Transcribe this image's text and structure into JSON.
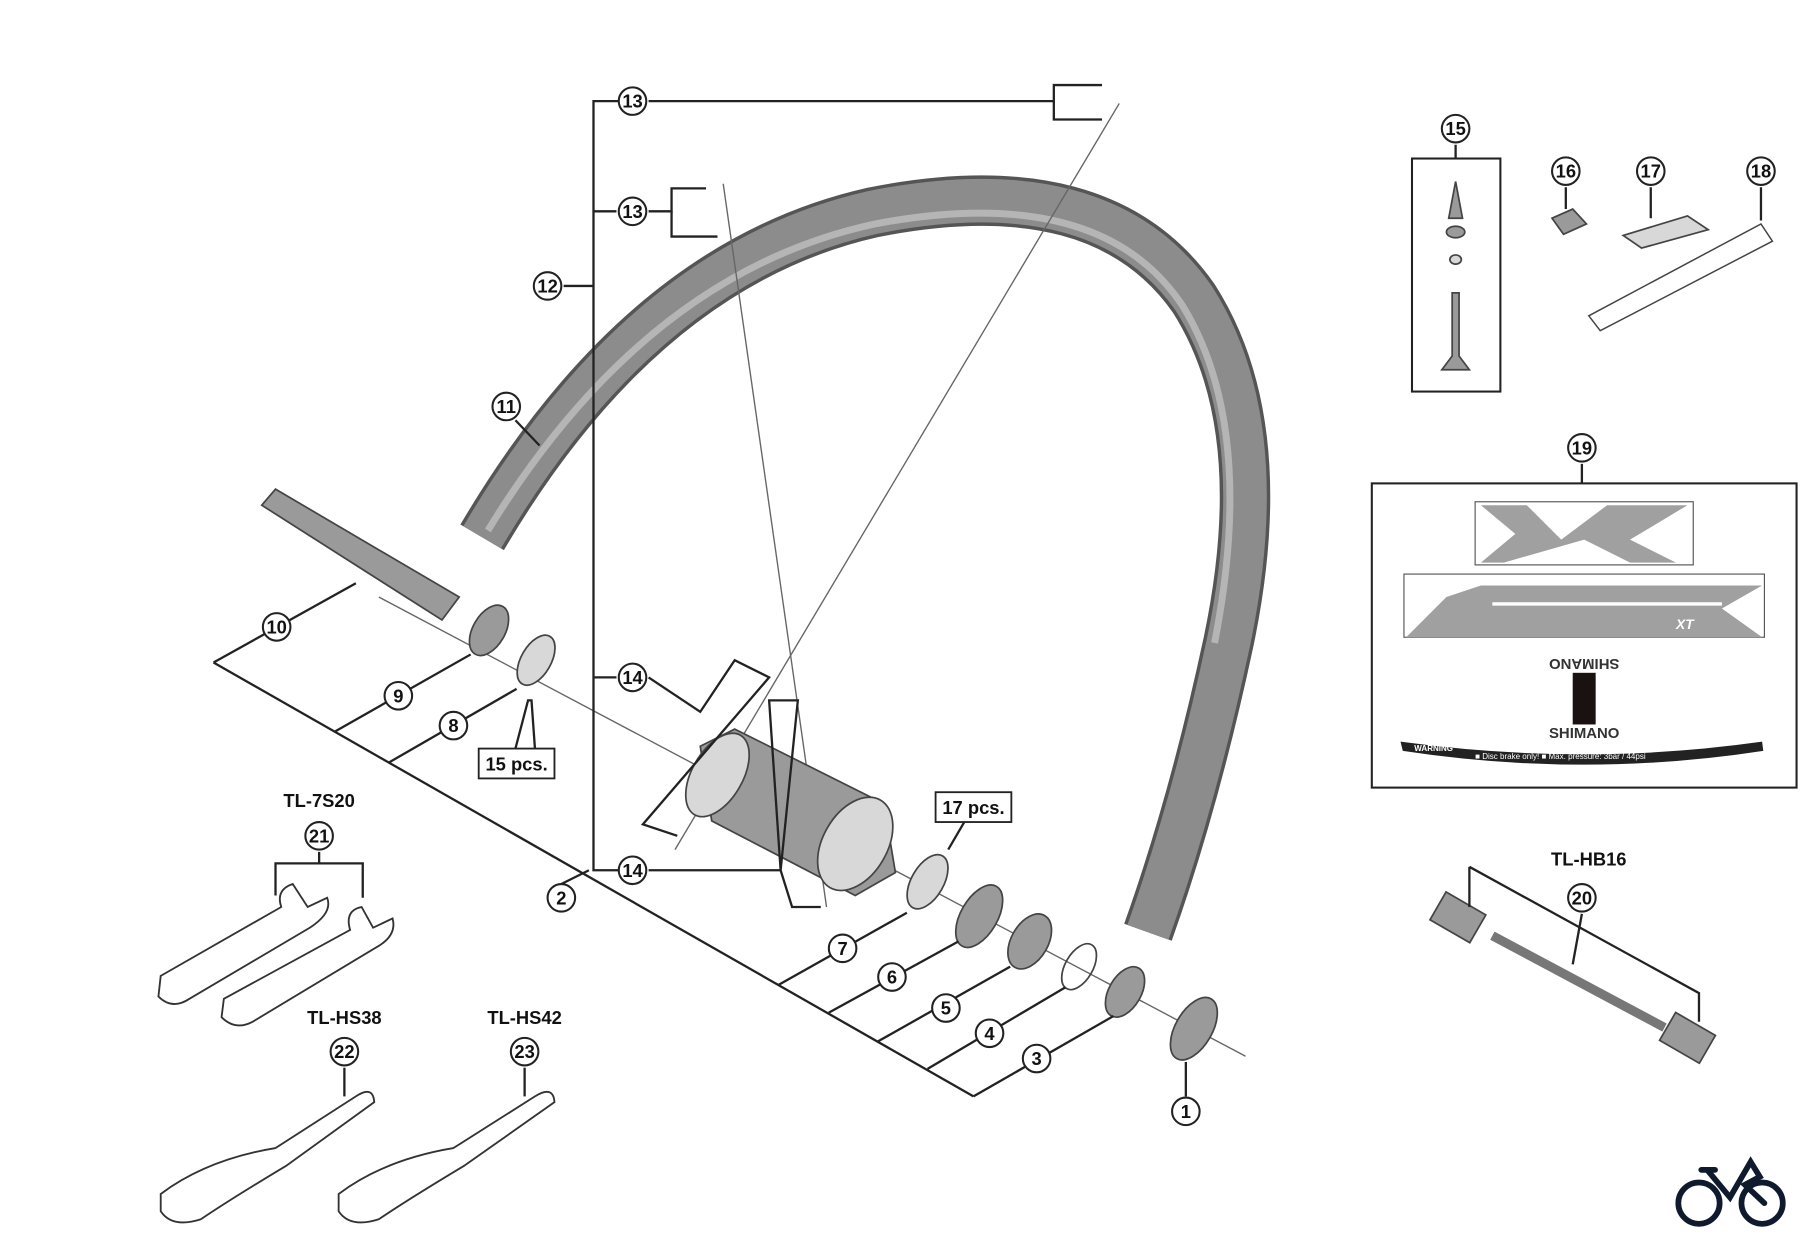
{
  "callouts": {
    "c1": "1",
    "c2": "2",
    "c3": "3",
    "c4": "4",
    "c5": "5",
    "c6": "6",
    "c7": "7",
    "c8": "8",
    "c9": "9",
    "c10": "10",
    "c11": "11",
    "c12": "12",
    "c13a": "13",
    "c13b": "13",
    "c14a": "14",
    "c14b": "14",
    "c15": "15",
    "c16": "16",
    "c17": "17",
    "c18": "18",
    "c19": "19",
    "c20": "20",
    "c21": "21",
    "c22": "22",
    "c23": "23"
  },
  "quantities": {
    "balls_left": "15 pcs.",
    "balls_right": "17 pcs."
  },
  "tools": {
    "t21": "TL-7S20",
    "t22": "TL-HS38",
    "t23": "TL-HS42",
    "t20": "TL-HB16"
  },
  "sticker": {
    "brand": "SHIMANO",
    "model": "XT",
    "warning": "WARNING",
    "warning_text": "■ Disc brake only!  ■ Max. pressure: 3bar / 44psi"
  },
  "colors": {
    "part_gray": "#9a9a9a",
    "logo_navy": "#0f1b2d"
  }
}
